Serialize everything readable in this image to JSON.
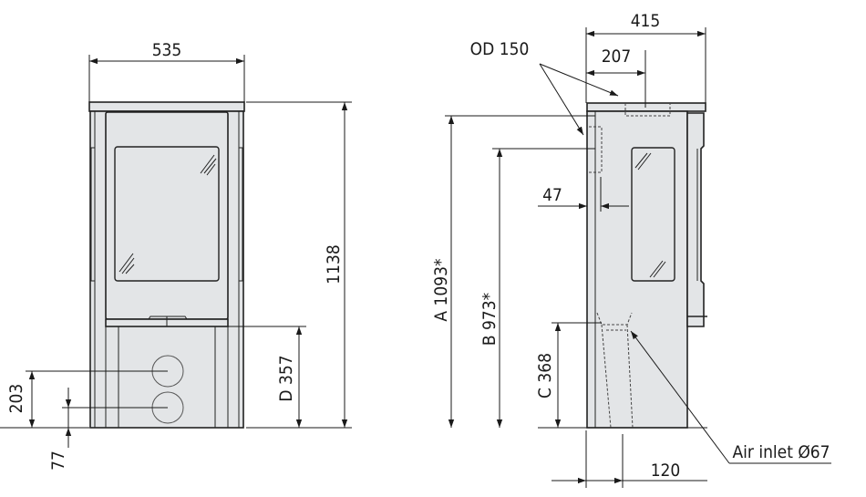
{
  "front_view": {
    "width_label": "535",
    "height_label": "1138",
    "d_label": "D 357",
    "inlet_upper_label": "203",
    "inlet_lower_label": "77"
  },
  "side_view": {
    "depth_label": "415",
    "flue_offset_label": "207",
    "flue_diameter_label": "OD 150",
    "a_label": "A 1093*",
    "b_label": "B 973*",
    "c_label": "C 368",
    "rear_offset_label": "47",
    "air_inlet_offset_label": "120",
    "air_inlet_label": "Air inlet Ø67"
  },
  "colors": {
    "body": "#e3e5e7",
    "line": "#222222"
  }
}
